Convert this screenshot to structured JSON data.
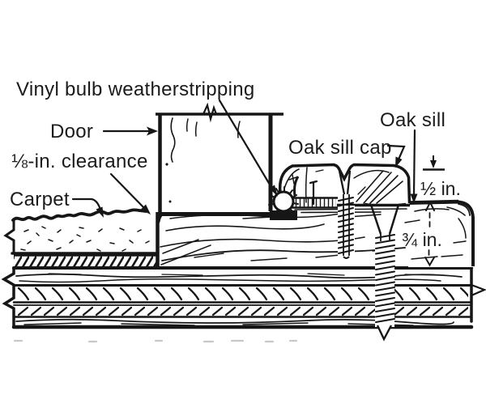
{
  "diagram": {
    "labels": {
      "weatherstripping": "Vinyl bulb weatherstripping",
      "door": "Door",
      "clearance": "⅛-in. clearance",
      "carpet": "Carpet",
      "oak_sill_cap": "Oak sill cap",
      "oak_sill": "Oak sill"
    },
    "dimensions": {
      "cap_above_sill": "½ in.",
      "sill_thickness": "¾ in."
    },
    "colors": {
      "ink": "#1a1a1a",
      "paper": "#ffffff"
    }
  }
}
